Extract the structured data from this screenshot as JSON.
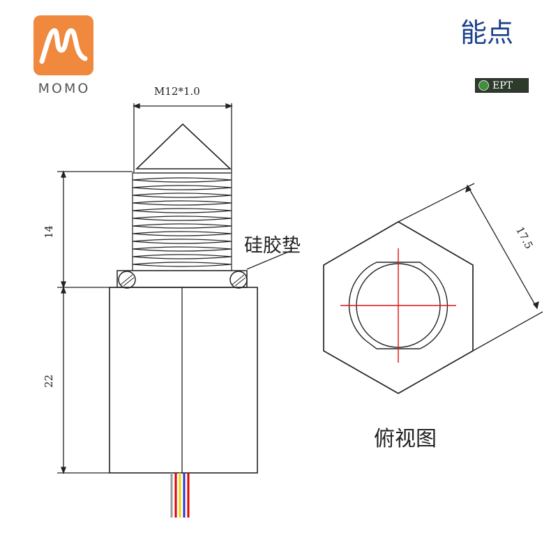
{
  "logos": {
    "momo_text": "MOMO",
    "ept_title": "能点",
    "ept_badge": "EPT"
  },
  "dimensions": {
    "thread": "M12*1.0",
    "thread_length": "14",
    "body_height": "22",
    "hex_across_flats": "17.5"
  },
  "labels": {
    "gasket": "硅胶垫",
    "top_view": "俯视图"
  },
  "colors": {
    "logo_orange": "#f0883e",
    "ept_blue": "#1a3f8c",
    "center_line_red": "#e01010",
    "wire_red": "#e00000",
    "wire_yellow": "#f2d600",
    "wire_blue": "#2a34c8",
    "wire_gray": "#9a9a9a"
  }
}
